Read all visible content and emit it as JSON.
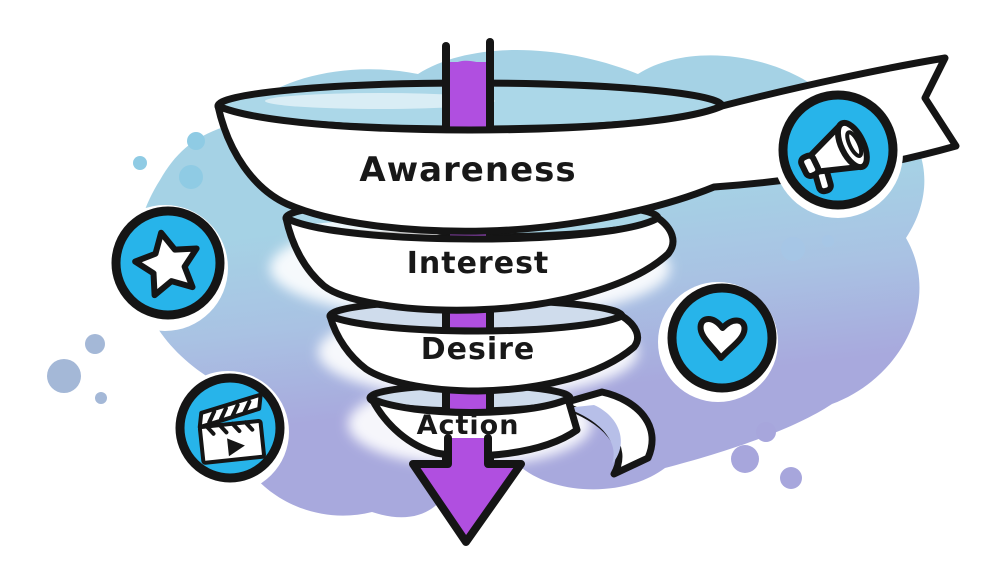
{
  "funnel": {
    "stages": [
      {
        "label": "Awareness"
      },
      {
        "label": "Interest"
      },
      {
        "label": "Desire"
      },
      {
        "label": "Action"
      }
    ]
  },
  "icons": [
    {
      "name": "star-icon"
    },
    {
      "name": "clapperboard-icon"
    },
    {
      "name": "megaphone-icon"
    },
    {
      "name": "heart-icon"
    }
  ],
  "colors": {
    "outline": "#151515",
    "purple": "#b04fe0",
    "circle_blue": "#27b4ea",
    "blob_top": "#a5d2e5",
    "blob_mid": "#a9c2e3",
    "blob_bottom": "#a8a9dd",
    "mouth_blue": "#abd7e8",
    "mouth_pale": "#cfdcec",
    "fold_shade_blue": "#c4dcee",
    "fold_shade_lavender": "#b7bfe8",
    "band_white": "#ffffff",
    "dot_blue": "#8fcbe4",
    "dot_gray_blue": "#a4b8d7",
    "dot_light_blue": "#a6c6e6",
    "dot_lavender": "#a7a6dc"
  }
}
